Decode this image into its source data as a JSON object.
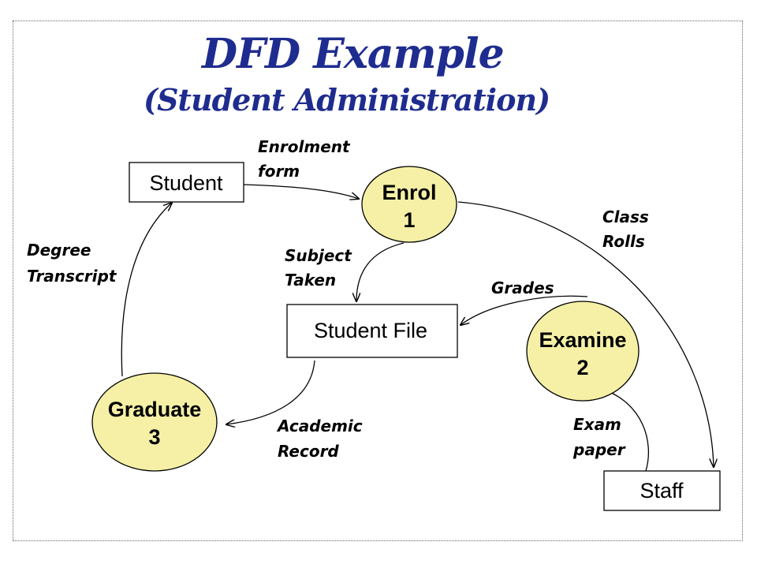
{
  "title": "DFD Example",
  "subtitle": "(Student Administration)",
  "colors": {
    "title": "#1f2c8f",
    "process_fill": "#f5f0a6",
    "entity_fill": "#ffffff",
    "stroke": "#000000"
  },
  "entities": {
    "student": "Student",
    "staff": "Staff"
  },
  "data_store": {
    "student_file": "Student File"
  },
  "processes": {
    "enrol": {
      "name": "Enrol",
      "number": "1"
    },
    "examine": {
      "name": "Examine",
      "number": "2"
    },
    "graduate": {
      "name": "Graduate",
      "number": "3"
    }
  },
  "flows": {
    "enrolment_form": [
      "Enrolment",
      "form"
    ],
    "class_rolls": [
      "Class",
      "Rolls"
    ],
    "subject_taken": [
      "Subject",
      "Taken"
    ],
    "grades": [
      "Grades"
    ],
    "degree_transcript": [
      "Degree",
      "Transcript"
    ],
    "academic_record": [
      "Academic",
      "Record"
    ],
    "exam_paper": [
      "Exam",
      "paper"
    ]
  }
}
